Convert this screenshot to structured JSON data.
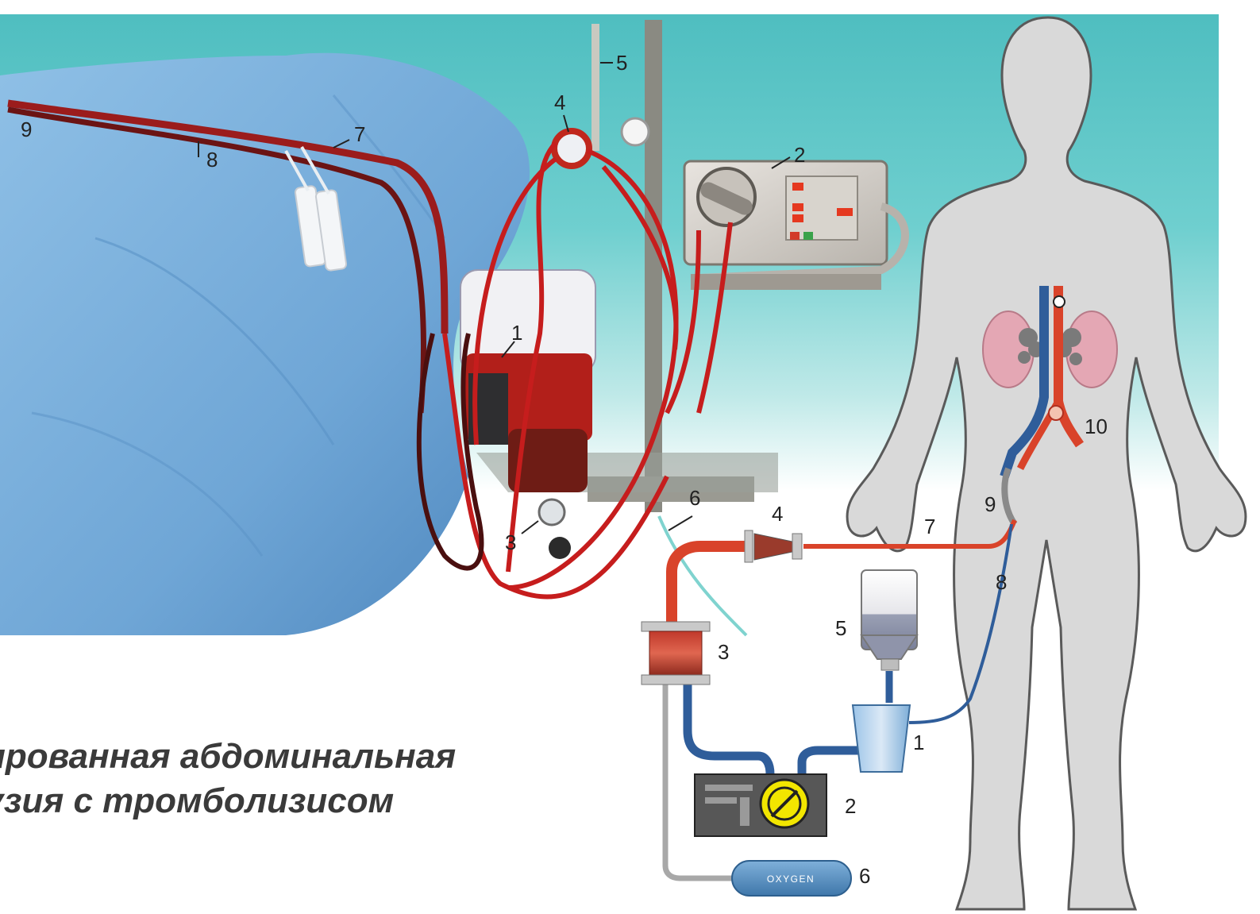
{
  "caption": {
    "line1": "ированная абдоминальная",
    "line2": "узия с тромболизисом"
  },
  "photo_labels": [
    "1",
    "2",
    "3",
    "4",
    "5",
    "6",
    "7",
    "8",
    "9"
  ],
  "diagram_labels": [
    "1",
    "2",
    "3",
    "4",
    "5",
    "6",
    "7",
    "8",
    "9",
    "10"
  ],
  "oxygen_label": "OXYGEN",
  "colors": {
    "teal_bg": "#5cc4c4",
    "drape_blue": "#7fb4df",
    "body_gray": "#dadada",
    "arterial_red": "#d9432a",
    "venous_blue": "#2e5a8a",
    "oxygen_tank": "#4f86b8",
    "pump_yellow": "#f2e600"
  }
}
